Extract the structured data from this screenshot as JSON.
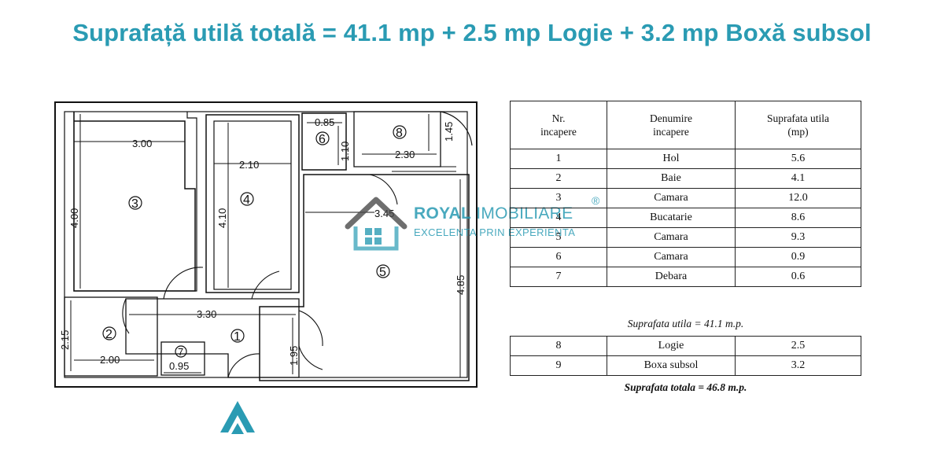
{
  "headline": "Suprafață utilă totală = 41.1 mp + 2.5 mp Logie + 3.2 mp Boxă subsol",
  "plan": {
    "dims": {
      "r3_width": "3.00",
      "r3_height": "4.00",
      "r4_width": "2.10",
      "r4_height": "4.10",
      "r6_width": "0.85",
      "r6_height": "1.10",
      "r8_width": "2.30",
      "r8_height": "1.45",
      "r5_width": "3.45",
      "r5_height": "4.85",
      "r1_width": "3.30",
      "r1_height": "1.95",
      "r2_width": "2.00",
      "r2_height": "2.15",
      "r7_width": "0.95"
    },
    "rooms": {
      "r1": "1",
      "r2": "2",
      "r3": "3",
      "r4": "4",
      "r5": "5",
      "r6": "6",
      "r7": "7",
      "r8": "8"
    }
  },
  "table": {
    "headers": {
      "nr_line1": "Nr.",
      "nr_line2": "incapere",
      "name_line1": "Denumire",
      "name_line2": "incapere",
      "area_line1": "Suprafata utila",
      "area_line2": "(mp)"
    },
    "rows": [
      {
        "nr": "1",
        "name": "Hol",
        "area": "5.6"
      },
      {
        "nr": "2",
        "name": "Baie",
        "area": "4.1"
      },
      {
        "nr": "3",
        "name": "Camara",
        "area": "12.0"
      },
      {
        "nr": "4",
        "name": "Bucatarie",
        "area": "8.6"
      },
      {
        "nr": "5",
        "name": "Camara",
        "area": "9.3"
      },
      {
        "nr": "6",
        "name": "Camara",
        "area": "0.9"
      },
      {
        "nr": "7",
        "name": "Debara",
        "area": "0.6"
      }
    ],
    "useful_total": "Suprafata utila = 41.1 m.p.",
    "extra_rows": [
      {
        "nr": "8",
        "name": "Logie",
        "area": "2.5"
      },
      {
        "nr": "9",
        "name": "Boxa subsol",
        "area": "3.2"
      }
    ],
    "grand_total": "Suprafata totala = 46.8 m.p."
  },
  "watermark": {
    "brand_bold": "ROYAL",
    "brand_light": "IMOBILIARE",
    "registered": "®",
    "tagline": "EXCELENTA PRIN EXPERIENTA",
    "logo_icon": "house-roof-icon",
    "accent_color": "#2a9bb3"
  },
  "bottom_logo_icon": "chevron-up-logo-icon"
}
